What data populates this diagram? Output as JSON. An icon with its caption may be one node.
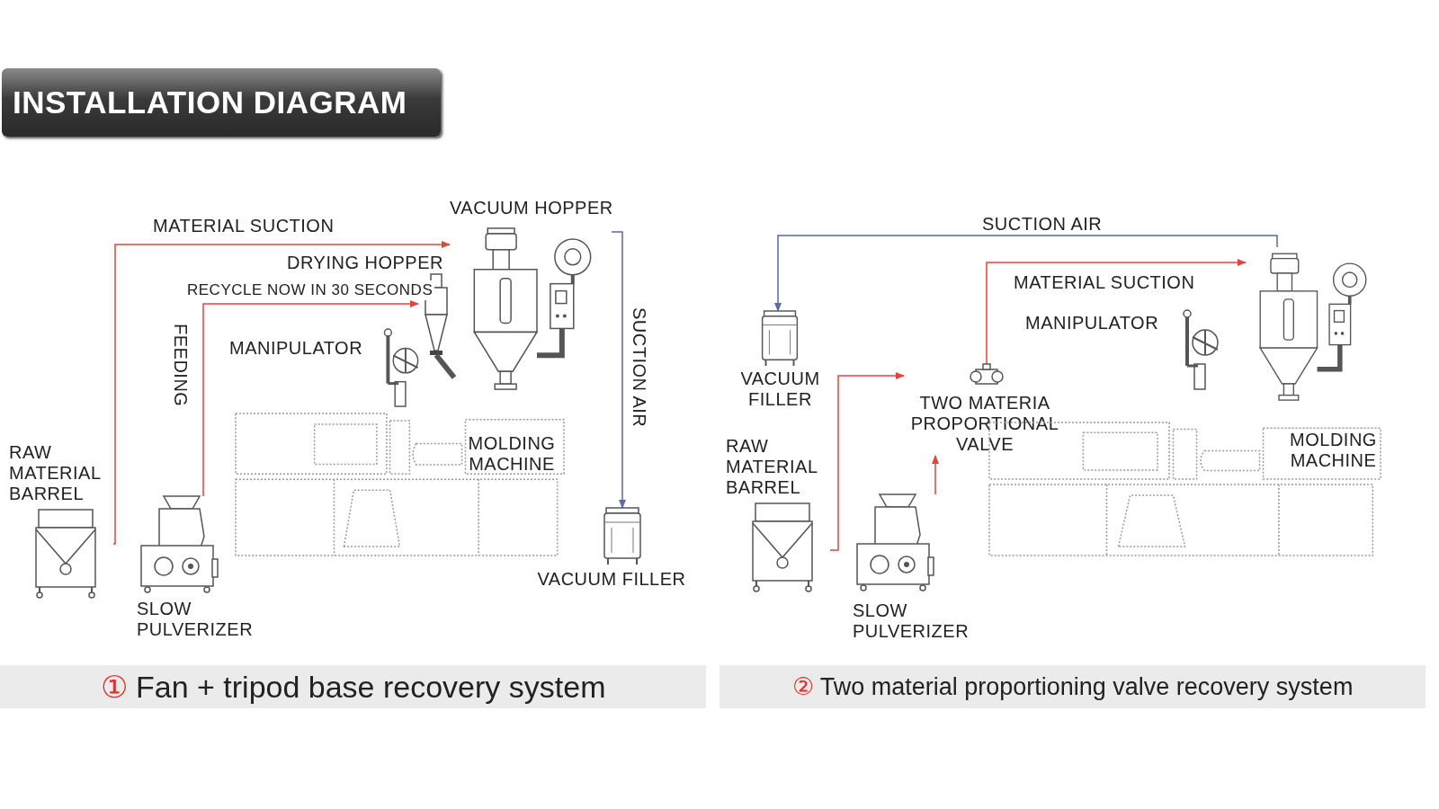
{
  "diagram": {
    "title": "INSTALLATION DIAGRAM",
    "nodes": [
      {
        "text": [
          "RAW MATERIAL BARREL"
        ]
      },
      {
        "text": [
          "SLOW PULVERIZER"
        ]
      },
      {
        "text": [
          "VACUUM HOPPER"
        ]
      },
      {
        "text": [],
        "shape": "picture"
      },
      {
        "text": [
          "VACUUM FILLER"
        ]
      },
      {
        "text": [
          "MOLDING MACHINE"
        ]
      },
      {
        "text": [
          "MANIPULATOR"
        ]
      },
      {
        "text": [
          "VACUUM FILLER"
        ]
      },
      {
        "text": [
          "RAW MATERIAL BARREL"
        ]
      },
      {
        "text": [
          "SLOW PULVERIZER"
        ]
      },
      {
        "text": [
          "TWO MATERIA PROPORTIONAL VALVE"
        ]
      },
      {
        "text": [],
        "shape": "picture"
      },
      {
        "text": [
          "MANIPULATOR"
        ]
      },
      {
        "text": [
          "MOLDING MACHINE"
        ]
      }
    ],
    "edges": [
      {
        "from": 0,
        "to": 2,
        "arrow": "to",
        "label": "MATERIAL SUCTION"
      },
      {
        "from": 1,
        "to": 3,
        "arrow": "to",
        "label": "RECYCLE NOW IN 30 SECONDS"
      },
      {
        "from": 2,
        "to": 4,
        "arrow": "to",
        "label": "SUCTION AIR",
        "color": "#5c6aa8"
      },
      {
        "from": 8,
        "to": 10,
        "arrow": "to"
      },
      {
        "from": 9,
        "to": 10,
        "arrow": "to"
      },
      {
        "from": 10,
        "to": 11,
        "arrow": "to",
        "label": "MATERIAL SUCTION"
      },
      {
        "from": 11,
        "to": 7,
        "arrow": "to",
        "label": "SUCTION AIR",
        "color": "#5c6aa8"
      }
    ],
    "labels": [
      "DRYING HOPPER",
      "FEEDING",
      "① Fan + tripod base recovery system",
      "② Two material proportioning valve recovery system"
    ]
  }
}
